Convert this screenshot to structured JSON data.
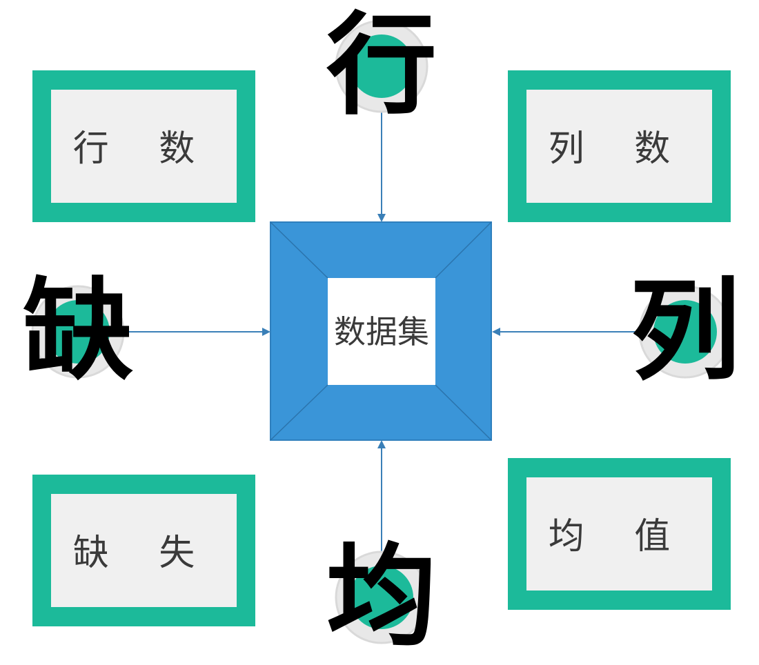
{
  "center": {
    "label": "数据集"
  },
  "boxes": {
    "top_left": "行 数",
    "top_right": "列 数",
    "bottom_left": "缺 失",
    "bottom_right": "均 值"
  },
  "nodes": {
    "top": "行",
    "right": "列",
    "left": "缺",
    "bottom": "均"
  },
  "colors": {
    "teal": "#1cba9a",
    "blue_frame": "#3a95d8",
    "blue_frame_light": "#4aa3e3",
    "box_fill": "#f0f0f0",
    "arrow": "#3a7fb7",
    "node_ring": "#d9d9d9"
  }
}
